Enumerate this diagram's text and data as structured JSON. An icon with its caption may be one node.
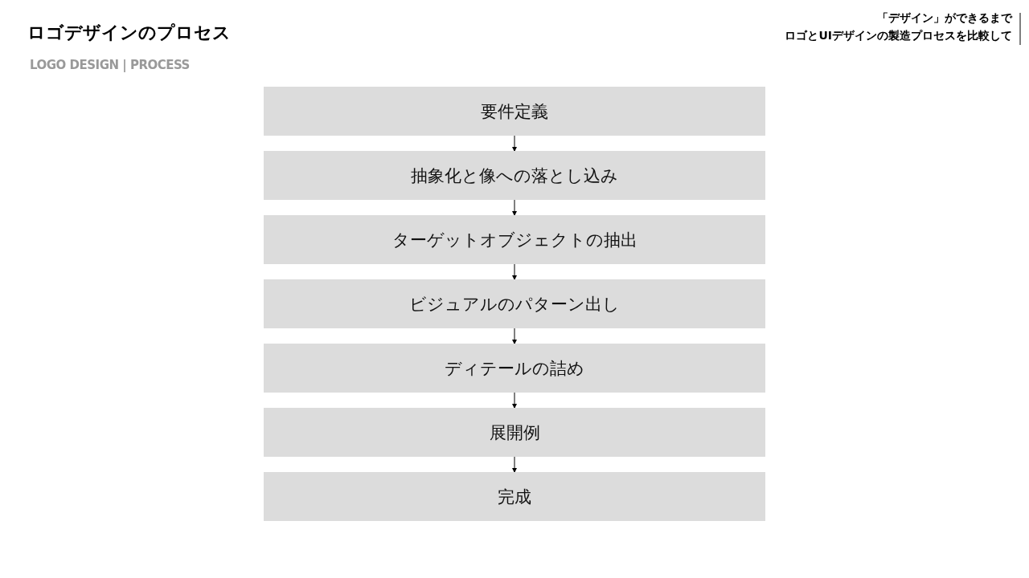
{
  "diagram": {
    "title": "ロゴデザインのプロセス",
    "nodes": [
      {
        "text": [
          "要件定義"
        ]
      },
      {
        "text": [
          "抽象化と像への落とし込み"
        ]
      },
      {
        "text": [
          "ターゲットオブジェクトの抽出"
        ]
      },
      {
        "text": [
          "ビジュアルのパターン出し"
        ]
      },
      {
        "text": [
          "ディテールの詰め"
        ]
      },
      {
        "text": [
          "展開例"
        ]
      },
      {
        "text": [
          "完成"
        ]
      }
    ],
    "edges": [
      {
        "from": 0,
        "to": 1,
        "arrow": "to"
      },
      {
        "from": 1,
        "to": 2,
        "arrow": "to"
      },
      {
        "from": 2,
        "to": 3,
        "arrow": "to"
      },
      {
        "from": 3,
        "to": 4,
        "arrow": "to"
      },
      {
        "from": 4,
        "to": 5,
        "arrow": "to"
      },
      {
        "from": 5,
        "to": 6,
        "arrow": "to"
      }
    ],
    "labels": [
      "LOGO DESIGN | PROCESS",
      "「デザイン」ができるまで",
      "ロゴとUIデザインの製造プロセスを比較して"
    ]
  }
}
